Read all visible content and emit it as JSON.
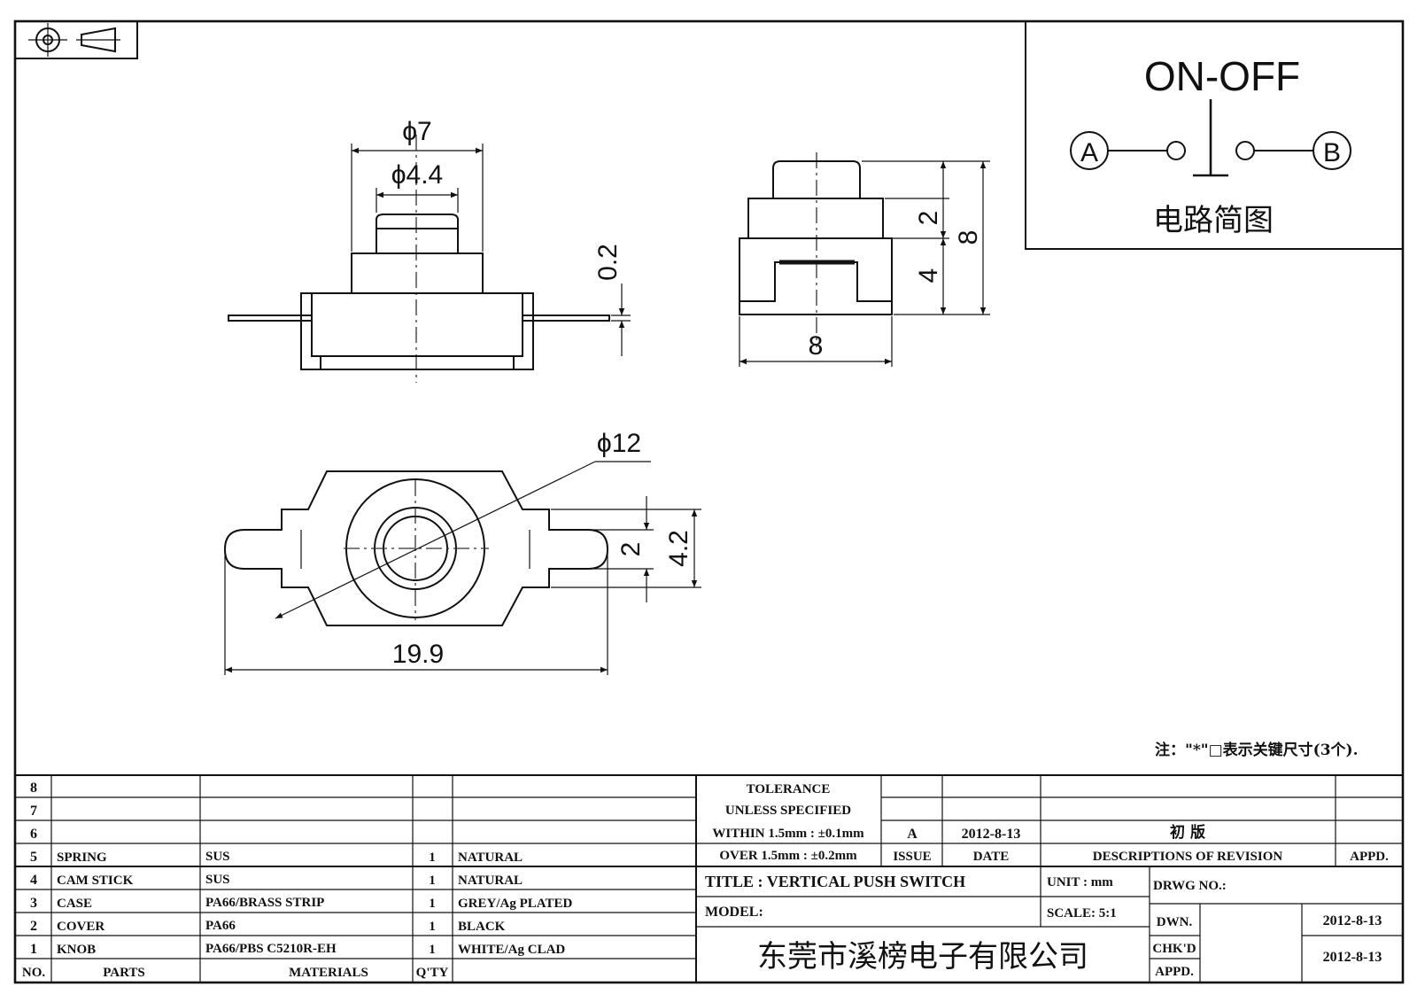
{
  "schematic": {
    "title": "ON-OFF",
    "terminal_a": "A",
    "terminal_b": "B",
    "caption": "电路简图"
  },
  "dimensions": {
    "front_d_outer": "ϕ7",
    "front_d_inner": "ϕ4.4",
    "front_lead_thickness": "0.2",
    "side_button_height": "2",
    "side_base_height": "4",
    "side_total_height": "8",
    "side_width": "8",
    "top_d_outer": "ϕ12",
    "top_lead_width": "2",
    "top_tab_width": "4.2",
    "top_overall_length": "19.9"
  },
  "note": "注：\"*\"□表示关键尺寸(3个).",
  "parts": {
    "rows": [
      {
        "no": "8",
        "part": "",
        "material": "",
        "qty": "",
        "finish": ""
      },
      {
        "no": "7",
        "part": "",
        "material": "",
        "qty": "",
        "finish": ""
      },
      {
        "no": "6",
        "part": "",
        "material": "",
        "qty": "",
        "finish": ""
      },
      {
        "no": "5",
        "part": "SPRING",
        "material": "SUS",
        "qty": "1",
        "finish": "NATURAL"
      },
      {
        "no": "4",
        "part": "CAM STICK",
        "material": "SUS",
        "qty": "1",
        "finish": "NATURAL"
      },
      {
        "no": "3",
        "part": "CASE",
        "material": "PA66/BRASS STRIP",
        "qty": "1",
        "finish": "GREY/Ag PLATED"
      },
      {
        "no": "2",
        "part": "COVER",
        "material": "PA66",
        "qty": "1",
        "finish": "BLACK"
      },
      {
        "no": "1",
        "part": "KNOB",
        "material": "PA66/PBS C5210R-EH",
        "qty": "1",
        "finish": "WHITE/Ag CLAD"
      }
    ],
    "header": {
      "no": "NO.",
      "part": "PARTS",
      "material": "MATERIALS",
      "qty": "Q'TY"
    }
  },
  "tolerance": {
    "line1": "TOLERANCE",
    "line2": "UNLESS  SPECIFIED",
    "line3": "WITHIN 1.5mm : ±0.1mm",
    "line4": "OVER 1.5mm : ±0.2mm"
  },
  "revision": {
    "issue": "A",
    "date": "2012-8-13",
    "description": "初 版",
    "issue_label": "ISSUE",
    "date_label": "DATE",
    "desc_label": "DESCRIPTIONS OF REVISION",
    "appd_label": "APPD."
  },
  "title_block": {
    "title": "TITLE :  VERTICAL PUSH SWITCH",
    "model_label": "MODEL:",
    "unit": "UNIT :  mm",
    "scale": "SCALE:  5:1",
    "drwg_no": "DRWG NO.:",
    "dwn_label": "DWN.",
    "chkd_label": "CHK'D",
    "appd_label": "APPD.",
    "dwn_date": "2012-8-13",
    "chkd_date": "2012-8-13",
    "company": "东莞市溪榜电子有限公司"
  }
}
